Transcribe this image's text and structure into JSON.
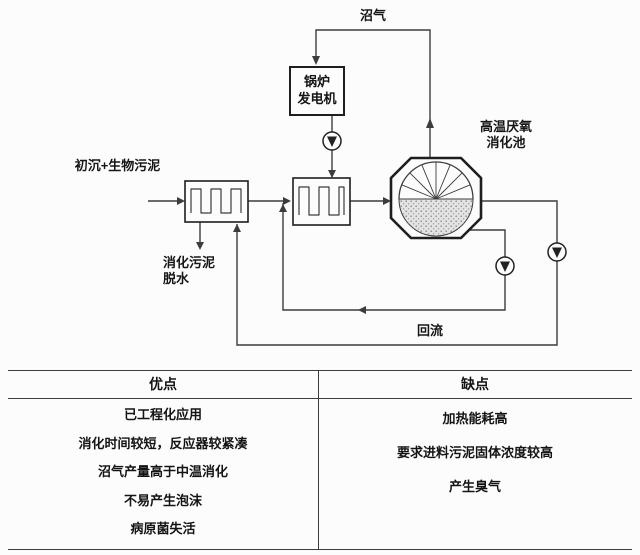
{
  "diagram": {
    "biogas_label": "沼气",
    "boiler": {
      "line1": "锅炉",
      "line2": "发电机"
    },
    "digester": {
      "line1": "高温厌氧",
      "line2": "消化池"
    },
    "feed_label": "初沉+生物污泥",
    "dewatering": {
      "line1": "消化污泥",
      "line2": "脱水"
    },
    "reflux_label": "回流",
    "icons": {
      "pump": "pump-icon",
      "heat_exchanger": "heat-exchanger-coil",
      "digester_tank": "digester-tank"
    },
    "colors": {
      "line": "#3c3c3c",
      "box_border": "#1e1e1e",
      "stipple_fill": "#e3e3e3"
    }
  },
  "table": {
    "headers": {
      "advantages": "优点",
      "disadvantages": "缺点"
    },
    "advantages": [
      "已工程化应用",
      "消化时间较短，反应器较紧凑",
      "沼气产量高于中温消化",
      "不易产生泡沫",
      "病原菌失活"
    ],
    "disadvantages": [
      "加热能耗高",
      "要求进料污泥固体浓度较高",
      "产生臭气"
    ]
  }
}
